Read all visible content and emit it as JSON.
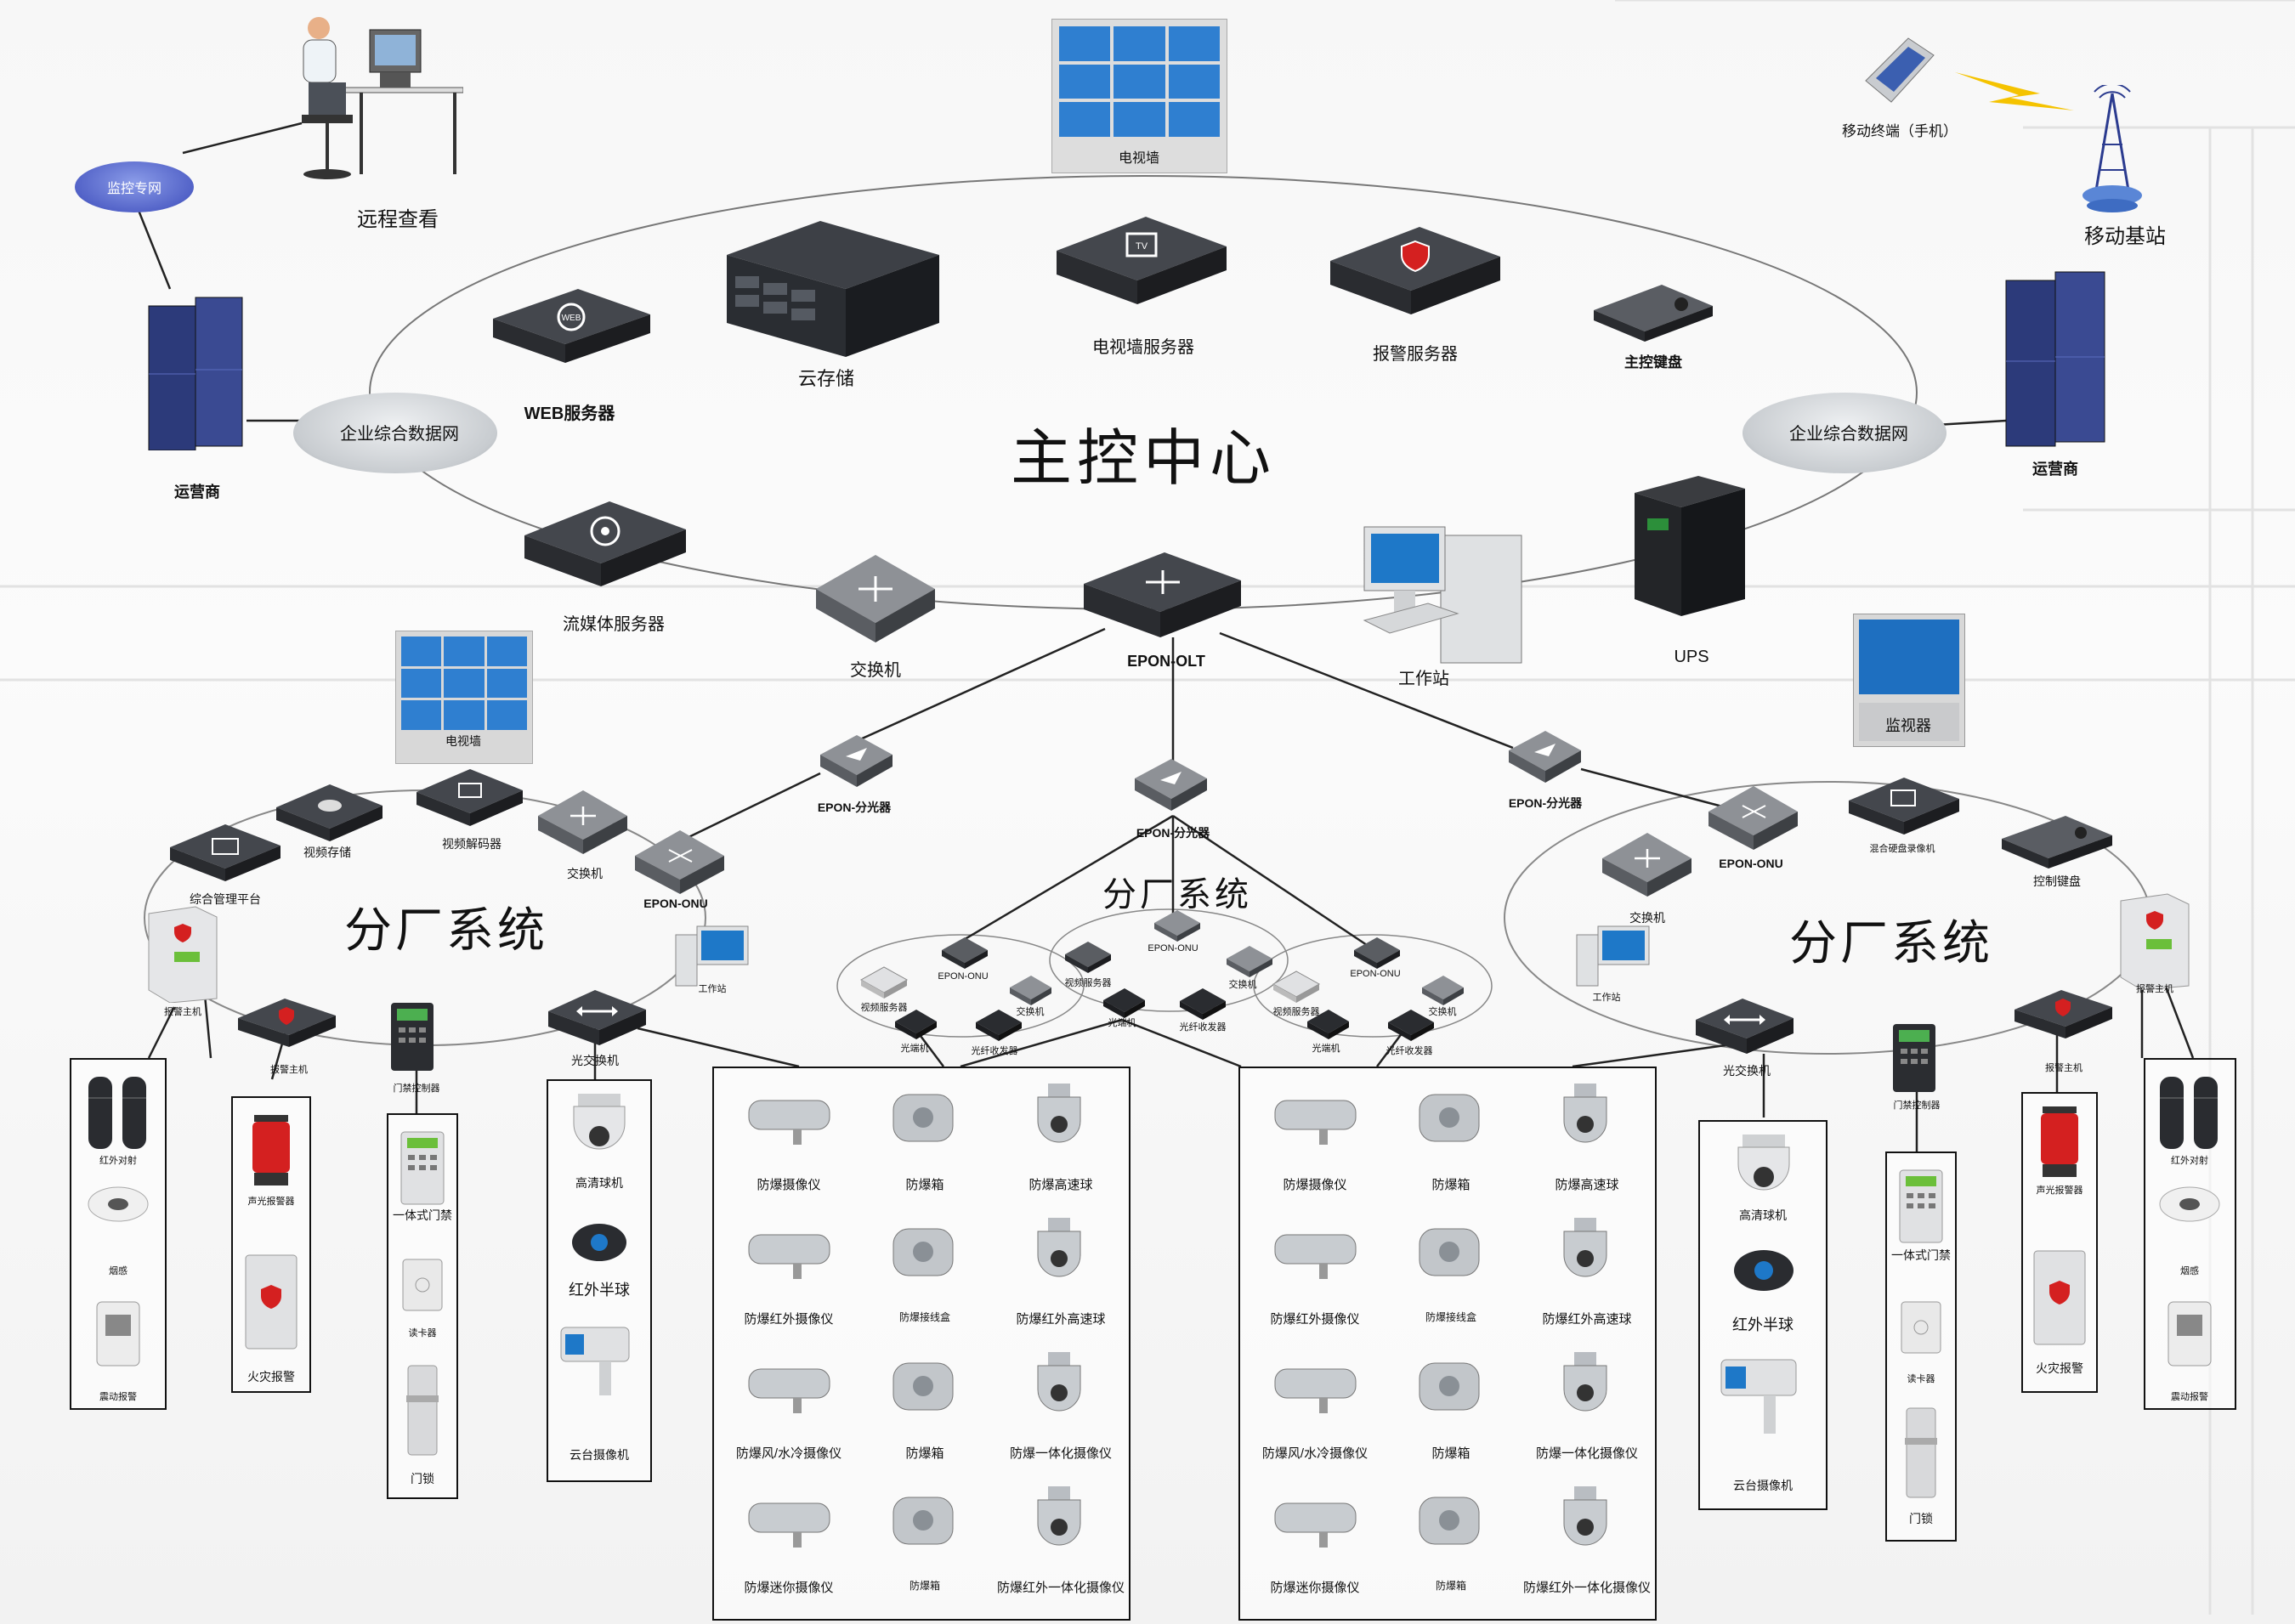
{
  "center": {
    "title": "主控中心"
  },
  "branches": {
    "left": "分厂系统",
    "middle": "分厂系统",
    "right": "分厂系统"
  },
  "top": {
    "remote_view": "远程查看",
    "monitor_net": "监控专网",
    "operator_left": "运营商",
    "enterprise_net_left": "企业综合数据网",
    "web_server": "WEB服务器",
    "cloud_storage": "云存储",
    "tv_wall_top": "电视墙",
    "tv_wall_server": "电视墙服务器",
    "alarm_server": "报警服务器",
    "main_keyboard": "主控键盘",
    "mobile_terminal": "移动终端（手机）",
    "base_station": "移动基站",
    "enterprise_net_right": "企业综合数据网",
    "operator_right": "运营商",
    "streaming_server": "流媒体服务器",
    "switch_center": "交换机",
    "epon_olt": "EPON-OLT",
    "workstation_center": "工作站",
    "ups": "UPS"
  },
  "left": {
    "tv_wall": "电视墙",
    "video_storage": "视频存储",
    "video_decoder": "视频解码器",
    "mgmt_platform": "综合管理平台",
    "switch": "交换机",
    "onu": "EPON-ONU",
    "workstation": "工作站",
    "alarm_host_panel": "报警主机",
    "alarm_host": "报警主机",
    "access_controller": "门禁控制器",
    "optical_switch": "光交换机",
    "col1": [
      "红外对射",
      "烟感",
      "震动报警"
    ],
    "col2": [
      "声光报警器",
      "火灾报警"
    ],
    "col3": [
      "一体式门禁",
      "读卡器",
      "门锁"
    ],
    "col4": [
      "高清球机",
      "红外半球",
      "云台摄像机"
    ]
  },
  "middle": {
    "splitter_left": "EPON-分光器",
    "splitter_mid": "EPON-分光器",
    "splitter_right": "EPON-分光器",
    "onu_a": "EPON-ONU",
    "onu_b": "EPON-ONU",
    "onu_c": "EPON-ONU",
    "small_a1": "视频服务器",
    "small_a2": "交换机",
    "small_b1": "视频服务器",
    "small_b2": "交换机",
    "small_c1": "视频服务器",
    "small_c2": "交换机",
    "transceiver_a": "光端机",
    "fiber_a": "光纤收发器",
    "transceiver_b": "光端机",
    "fiber_b": "光纤收发器",
    "transceiver_c": "光端机",
    "fiber_c": "光纤收发器"
  },
  "box_left": [
    "防爆摄像仪",
    "防爆箱",
    "防爆高速球",
    "防爆红外摄像仪",
    "防爆接线盒",
    "防爆红外高速球",
    "防爆风/水冷摄像仪",
    "防爆箱",
    "防爆一体化摄像仪",
    "防爆迷你摄像仪",
    "防爆箱",
    "防爆红外一体化摄像仪"
  ],
  "box_right": [
    "防爆摄像仪",
    "防爆箱",
    "防爆高速球",
    "防爆红外摄像仪",
    "防爆接线盒",
    "防爆红外高速球",
    "防爆风/水冷摄像仪",
    "防爆箱",
    "防爆一体化摄像仪",
    "防爆迷你摄像仪",
    "防爆箱",
    "防爆红外一体化摄像仪"
  ],
  "right": {
    "monitor": "监视器",
    "dvr": "混合硬盘录像机",
    "control_keyboard": "控制键盘",
    "onu": "EPON-ONU",
    "switch": "交换机",
    "workstation": "工作站",
    "alarm_host_panel": "报警主机",
    "alarm_host": "报警主机",
    "access_controller": "门禁控制器",
    "optical_switch": "光交换机",
    "col1": [
      "高清球机",
      "红外半球",
      "云台摄像机"
    ],
    "col2": [
      "一体式门禁",
      "读卡器",
      "门锁"
    ],
    "col3": [
      "声光报警器",
      "火灾报警"
    ],
    "col4": [
      "红外对射",
      "烟感",
      "震动报警"
    ]
  },
  "colors": {
    "screen": "#2f7fd0",
    "alarm": "#d42020",
    "rack": "#2c3a7a",
    "device": "#3a3d42"
  }
}
